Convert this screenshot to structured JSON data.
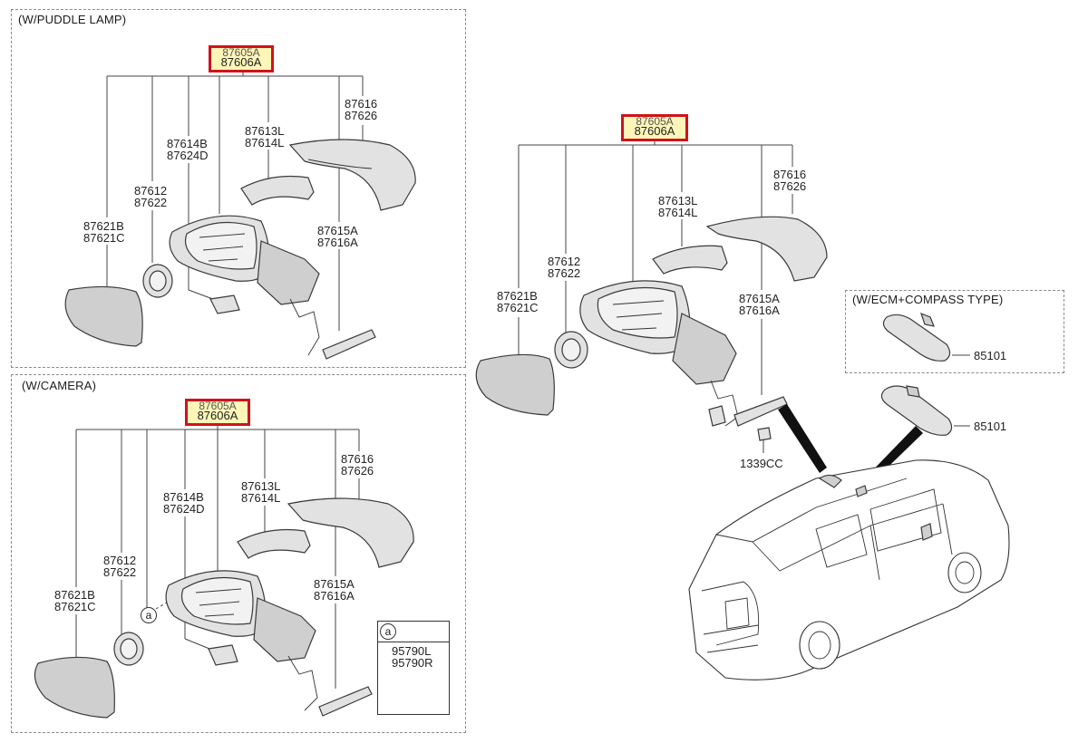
{
  "panels": {
    "puddle_title": "(W/PUDDLE LAMP)",
    "camera_title": "(W/CAMERA)",
    "ecm_title": "(W/ECM+COMPASS TYPE)"
  },
  "highlight": {
    "top_code": "87605A",
    "main_code": "87606A",
    "color": "#d0121b"
  },
  "puddle_labels": {
    "a1": "87616",
    "a2": "87626",
    "b1": "87613L",
    "b2": "87614L",
    "c1": "87614B",
    "c2": "87624D",
    "d1": "87612",
    "d2": "87622",
    "e1": "87621B",
    "e2": "87621C",
    "f1": "87615A",
    "f2": "87616A"
  },
  "camera_labels": {
    "a1": "87616",
    "a2": "87626",
    "b1": "87613L",
    "b2": "87614L",
    "c1": "87614B",
    "c2": "87624D",
    "d1": "87612",
    "d2": "87622",
    "e1": "87621B",
    "e2": "87621C",
    "f1": "87615A",
    "f2": "87616A",
    "callout": "a",
    "sub_callout": "a",
    "sub1": "95790L",
    "sub2": "95790R"
  },
  "main_labels": {
    "a1": "87616",
    "a2": "87626",
    "b1": "87613L",
    "b2": "87614L",
    "d1": "87612",
    "d2": "87622",
    "e1": "87621B",
    "e2": "87621C",
    "f1": "87615A",
    "f2": "87616A",
    "g": "1339CC"
  },
  "ecm_labels": {
    "inside": "85101",
    "outside": "85101"
  }
}
